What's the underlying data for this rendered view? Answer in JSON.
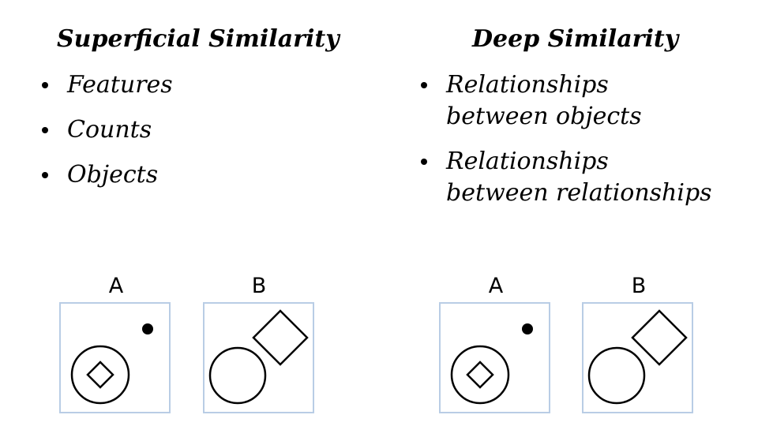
{
  "left": {
    "heading": "Superficial Similarity",
    "bullets": [
      [
        "Features"
      ],
      [
        "Counts"
      ],
      [
        "Objects"
      ]
    ],
    "labels": {
      "a": "A",
      "b": "B"
    }
  },
  "right": {
    "heading": "Deep Similarity",
    "bullets": [
      [
        "Relationships",
        "between objects"
      ],
      [
        "Relationships",
        "between relationships"
      ]
    ],
    "labels": {
      "a": "A",
      "b": "B"
    }
  },
  "colors": {
    "panel_border": "#b9cde5",
    "stroke": "#000000"
  }
}
